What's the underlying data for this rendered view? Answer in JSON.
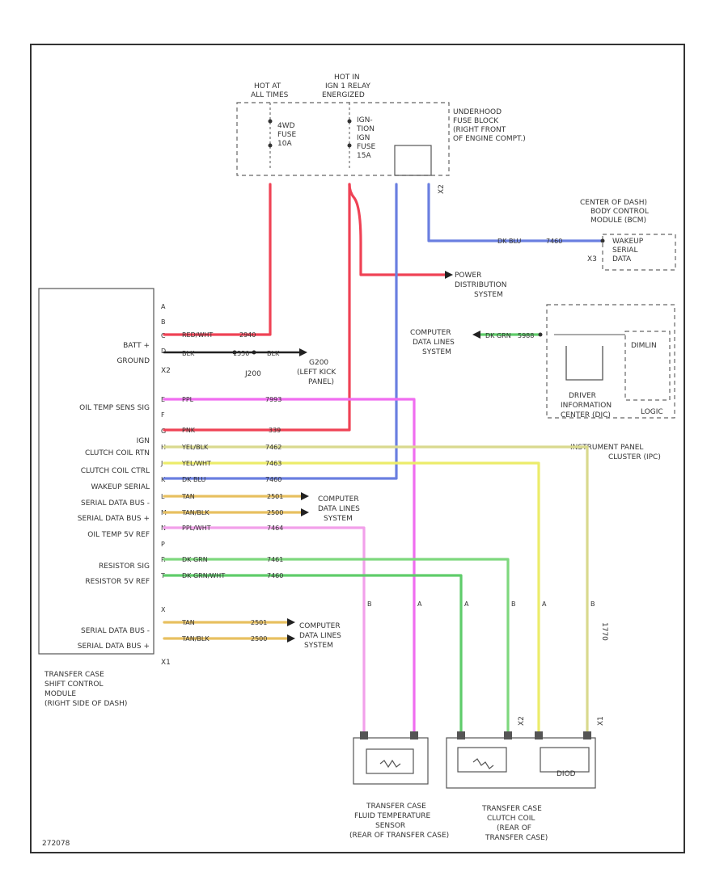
{
  "diagram_id": "272078",
  "colors": {
    "red": "#ef4255",
    "pink": "#f06df0",
    "lightpink": "#f2a0ea",
    "blue": "#6a7fe0",
    "yellow": "#ecec6a",
    "olive": "#d9d98e",
    "orange": "#e8c060",
    "green": "#7ed87e",
    "green2": "#5fcc6a",
    "black": "#222222"
  },
  "fuse_block": {
    "hot_at_all_times": [
      "HOT AT",
      "ALL TIMES"
    ],
    "hot_in_ign": [
      "HOT IN",
      "IGN 1 RELAY",
      "ENERGIZED"
    ],
    "fuse1": [
      "4WD",
      "FUSE",
      "10A"
    ],
    "fuse2": [
      "IGN-",
      "TION",
      "IGN",
      "FUSE",
      "15A"
    ],
    "name": [
      "UNDERHOOD",
      "FUSE BLOCK",
      "(RIGHT FRONT",
      "OF ENGINE COMPT.)"
    ],
    "pin_x2": "X2"
  },
  "bcm": {
    "name": [
      "CENTER OF DASH)",
      "BODY CONTROL",
      "MODULE (BCM)"
    ],
    "pins": [
      "WAKEUP",
      "SERIAL",
      "DATA"
    ],
    "connector": "X3"
  },
  "power_dist": [
    "POWER",
    "DISTRIBUTION",
    "SYSTEM"
  ],
  "computer_data_1": [
    "COMPUTER",
    "DATA LINES",
    "SYSTEM"
  ],
  "ipc": {
    "driver_info": [
      "DRIVER",
      "INFORMATION",
      "CENTER (DIC)"
    ],
    "dimlin": "DIMLIN",
    "logic": "LOGIC",
    "name": [
      "INSTRUMENT PANEL",
      "CLUSTER (IPC)"
    ]
  },
  "ground": {
    "label": "G200",
    "splice": "J200",
    "location": [
      "(LEFT KICK",
      "PANEL)"
    ]
  },
  "module": {
    "pins": [
      "A",
      "B",
      "C",
      "D",
      "E",
      "F",
      "G",
      "H",
      "J",
      "K",
      "L",
      "M",
      "N",
      "P",
      "R",
      "T",
      "X"
    ],
    "labels": [
      "BATT +",
      "GROUND",
      "OIL TEMP SENS SIG",
      "IGN",
      "CLUTCH COIL RTN",
      "CLUTCH COIL CTRL",
      "WAKEUP SERIAL",
      "SERIAL DATA BUS -",
      "SERIAL DATA BUS +",
      "OIL TEMP 5V REF",
      "RESISTOR SIG",
      "RESISTOR 5V REF",
      "SERIAL DATA BUS -",
      "SERIAL DATA BUS +"
    ],
    "connector": "X2",
    "connector2": "X1",
    "name": [
      "TRANSFER CASE",
      "SHIFT CONTROL",
      "MODULE",
      "(RIGHT SIDE OF DASH)"
    ]
  },
  "wires": {
    "batt": "RED/WHT",
    "batt_circuit": "2940",
    "gnd": "BLK",
    "gnd_circuit": "1550",
    "gnd_splice": "BLK",
    "oil_sig": "PPL",
    "oil_sig_circuit": "7993",
    "ign": "PNK",
    "ign_circuit": "339",
    "clutch_rtn": "YEL/BLK",
    "clutch_rtn_circuit": "7462",
    "clutch_ctrl": "YEL/WHT",
    "clutch_ctrl_circuit": "7463",
    "wakeup": "DK BLU",
    "wakeup_circuit": "7460",
    "sdb_minus": "TAN",
    "sdb_minus_circuit": "2501",
    "sdb_plus": "TAN/BLK",
    "sdb_plus_circuit": "2500",
    "oil5v": "PPL/WHT",
    "oil5v_circuit": "7464",
    "res_sig": "DK GRN",
    "res_sig_circuit": "7461",
    "res5v": "DK GRN/WHT",
    "res5v_circuit": "7460",
    "bcm_wire": "DK BLU",
    "bcm_circuit": "7460",
    "ipc_wire": "DK GRN",
    "ipc_circuit": "5988"
  },
  "sensor": {
    "name": [
      "TRANSFER CASE",
      "FLUID TEMPERATURE",
      "SENSOR",
      "(REAR OF TRANSFER CASE)"
    ],
    "pins": [
      "B",
      "A"
    ]
  },
  "clutch": {
    "name": [
      "TRANSFER CASE",
      "CLUTCH COIL",
      "(REAR OF",
      "TRANSFER CASE)"
    ],
    "pins": [
      "A",
      "B",
      "A",
      "B"
    ],
    "coil_label": "DIOD",
    "connector": "X2",
    "connector2": "X1",
    "ref": "1770"
  }
}
